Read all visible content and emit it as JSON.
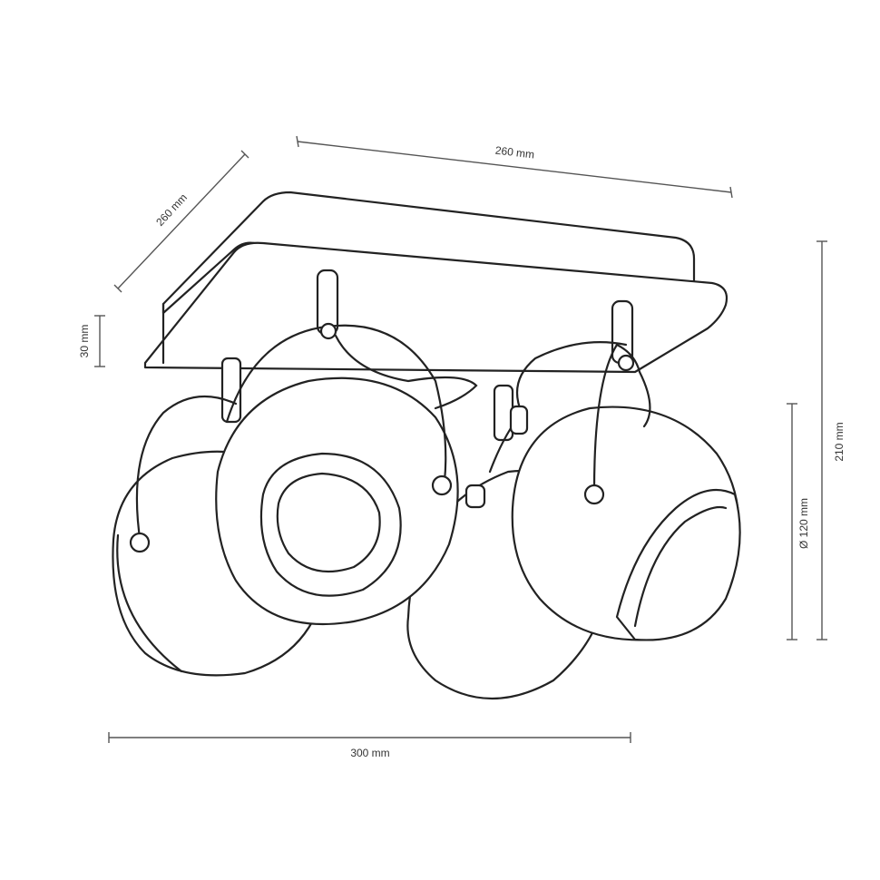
{
  "dimensions": {
    "top_width": "260 mm",
    "depth": "260 mm",
    "base_height": "30 mm",
    "total_height": "210 mm",
    "sphere_diameter": "Ø 120 mm",
    "total_width": "300 mm"
  }
}
